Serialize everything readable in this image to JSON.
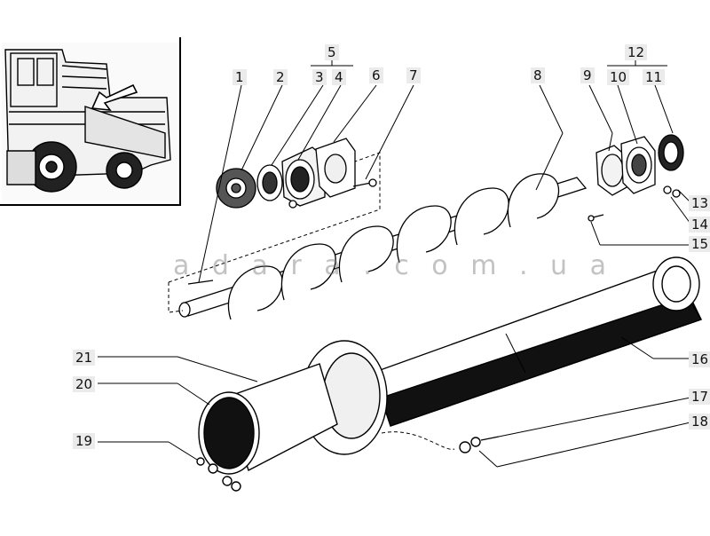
{
  "watermark": "a d a r a . c o m . u a",
  "labels": {
    "l1": "1",
    "l2": "2",
    "l3": "3",
    "l4": "4",
    "l5": "5",
    "l6": "6",
    "l7": "7",
    "l8": "8",
    "l9": "9",
    "l10": "10",
    "l11": "11",
    "l12": "12",
    "l13": "13",
    "l14": "14",
    "l15": "15",
    "l16": "16",
    "l17": "17",
    "l18": "18",
    "l19": "19",
    "l20": "20",
    "l21": "21"
  }
}
